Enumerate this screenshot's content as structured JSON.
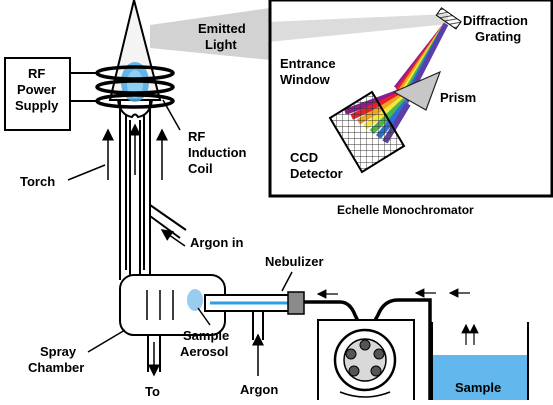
{
  "labels": {
    "emitted_light": [
      "Emitted",
      "Light"
    ],
    "diffraction_grating": [
      "Diffraction",
      "Grating"
    ],
    "rf_power_supply": [
      "RF",
      "Power",
      "Supply"
    ],
    "entrance_window": [
      "Entrance",
      "Window"
    ],
    "prism": "Prism",
    "rf_induction_coil": [
      "RF",
      "Induction",
      "Coil"
    ],
    "ccd_detector": [
      "CCD",
      "Detector"
    ],
    "torch": "Torch",
    "echelle_monochromator": "Echelle Monochromator",
    "argon_in": "Argon in",
    "nebulizer": "Nebulizer",
    "spray_chamber": [
      "Spray",
      "Chamber"
    ],
    "sample_aerosol": [
      "Sample",
      "Aerosol"
    ],
    "to_drain": "To",
    "argon": "Argon",
    "sample": "Sample"
  },
  "colors": {
    "spectrum": [
      "#8e1b8f",
      "#e8202a",
      "#f2a224",
      "#f5e63a",
      "#4cb64b",
      "#2b6fd6",
      "#5b3fa8"
    ],
    "plasma": "#4aa8e0",
    "liquid": "#2e9fe6",
    "aerosol": "#6fb7ea",
    "beam": "#cfcfcf"
  }
}
